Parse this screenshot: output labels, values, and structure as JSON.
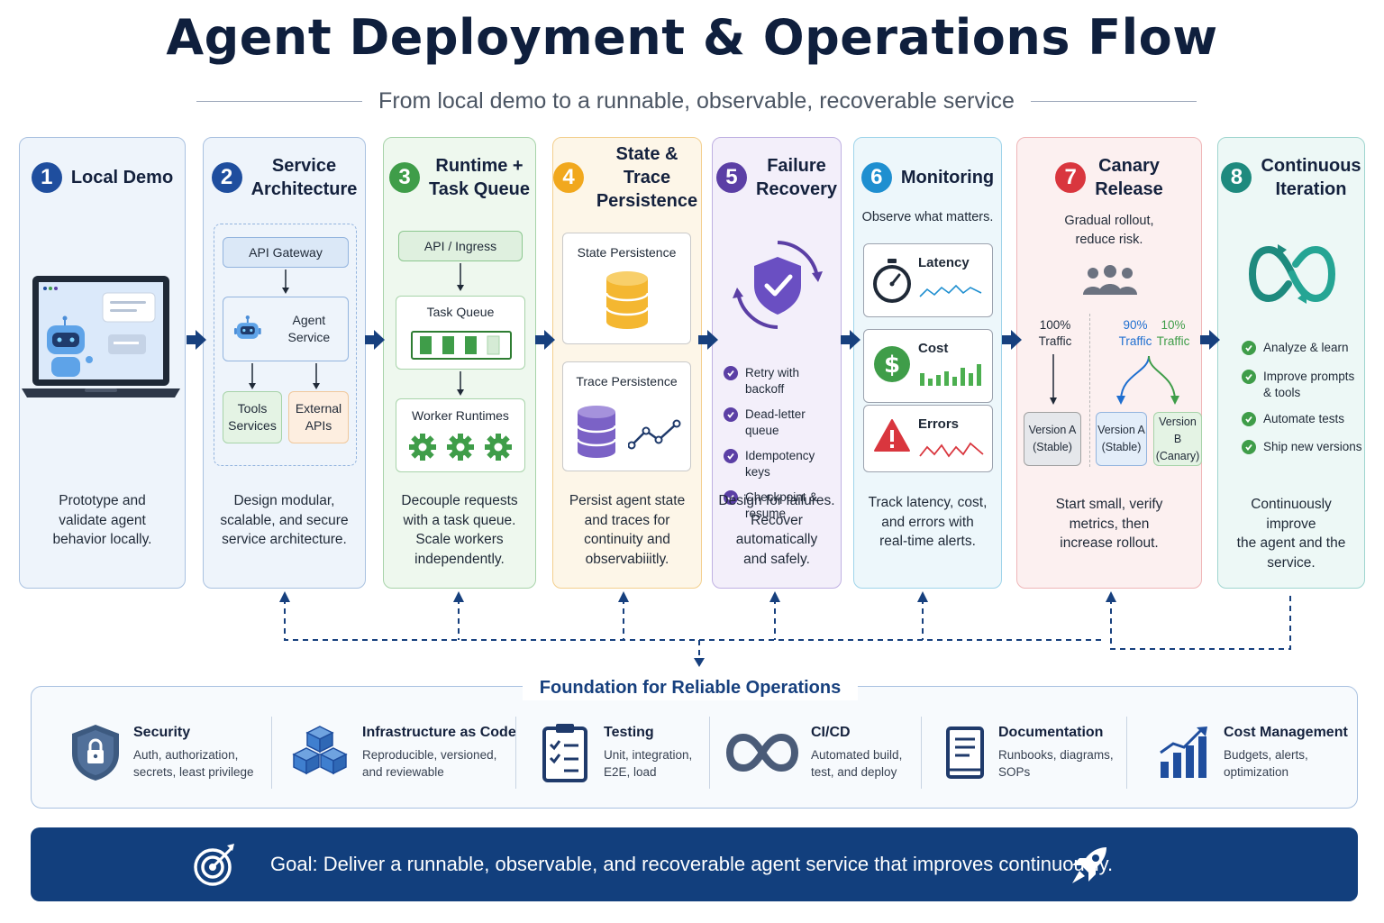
{
  "title": "Agent Deployment & Operations Flow",
  "subtitle": "From local demo to a runnable, observable, recoverable service",
  "colors": {
    "navy": "#0f1f3d",
    "blue": "#1f4e9e",
    "green": "#3f9d49",
    "orange": "#f1a81e",
    "purple": "#5b3fa5",
    "teal_blue": "#1f8fd0",
    "red": "#d9363e",
    "teal": "#1e8a7e"
  },
  "steps": [
    {
      "num": "1",
      "title_lines": [
        "Local Demo"
      ],
      "desc_lines": [
        "Prototype and",
        "validate agent",
        "behavior locally."
      ]
    },
    {
      "num": "2",
      "title_lines": [
        "Service",
        "Architecture"
      ],
      "desc_lines": [
        "Design modular,",
        "scalable, and secure",
        "service architecture."
      ],
      "boxes": {
        "gateway": "API Gateway",
        "agent": "Agent Service",
        "tools_lines": [
          "Tools",
          "Services"
        ],
        "external_lines": [
          "External",
          "APIs"
        ]
      }
    },
    {
      "num": "3",
      "title_lines": [
        "Runtime +",
        "Task Queue"
      ],
      "desc_lines": [
        "Decouple requests",
        "with a task queue.",
        "Scale workers",
        "independently."
      ],
      "boxes": {
        "ingress": "API / Ingress",
        "queue": "Task Queue",
        "workers": "Worker Runtimes"
      }
    },
    {
      "num": "4",
      "title_lines": [
        "State & Trace",
        "Persistence"
      ],
      "desc_lines": [
        "Persist agent state",
        "and traces for",
        "continuity and",
        "observabiiitly."
      ],
      "boxes": {
        "state": "State Persistence",
        "trace": "Trace Persistence"
      }
    },
    {
      "num": "5",
      "title_lines": [
        "Failure",
        "Recovery"
      ],
      "desc_lines": [
        "Design for failures.",
        "Recover automatically",
        "and safely."
      ],
      "checks": [
        "Retry with backoff",
        "Dead-letter queue",
        "Idempotency keys",
        "Checkpoint & resume"
      ]
    },
    {
      "num": "6",
      "title_lines": [
        "Monitoring"
      ],
      "tagline": "Observe what matters.",
      "desc_lines": [
        "Track latency, cost,",
        "and errors with",
        "real-time alerts."
      ],
      "metrics": [
        "Latency",
        "Cost",
        "Errors"
      ]
    },
    {
      "num": "7",
      "title_lines": [
        "Canary",
        "Release"
      ],
      "tagline_lines": [
        "Gradual rollout,",
        "reduce risk."
      ],
      "desc_lines": [
        "Start small, verify",
        "metrics, then",
        "increase rollout."
      ],
      "traffic": {
        "full_lines": [
          "100%",
          "Traffic"
        ],
        "stable_lines": [
          "90%",
          "Traffic"
        ],
        "canary_lines": [
          "10%",
          "Traffic"
        ]
      },
      "versions": {
        "a1_lines": [
          "Version A",
          "(Stable)"
        ],
        "a2_lines": [
          "Version A",
          "(Stable)"
        ],
        "b_lines": [
          "Version B",
          "(Canary)"
        ]
      }
    },
    {
      "num": "8",
      "title_lines": [
        "Continuous",
        "Iteration"
      ],
      "desc_lines": [
        "Continuously improve",
        "the agent and the",
        "service."
      ],
      "checks": [
        [
          "Analyze & learn"
        ],
        [
          "Improve prompts",
          "& tools"
        ],
        [
          "Automate tests"
        ],
        [
          "Ship new versions"
        ]
      ]
    }
  ],
  "foundation": {
    "title": "Foundation for Reliable Operations",
    "items": [
      {
        "title": "Security",
        "desc_lines": [
          "Auth, authorization,",
          "secrets, least privilege"
        ]
      },
      {
        "title": "Infrastructure as Code",
        "desc_lines": [
          "Reproducible, versioned,",
          "and reviewable"
        ]
      },
      {
        "title": "Testing",
        "desc_lines": [
          "Unit, integration,",
          "E2E, load"
        ]
      },
      {
        "title": "CI/CD",
        "desc_lines": [
          "Automated build,",
          "test, and deploy"
        ]
      },
      {
        "title": "Documentation",
        "desc_lines": [
          "Runbooks, diagrams,",
          "SOPs"
        ]
      },
      {
        "title": "Cost Management",
        "desc_lines": [
          "Budgets, alerts,",
          "optimization"
        ]
      }
    ]
  },
  "goal": "Goal: Deliver a runnable, observable, and recoverable agent service that improves continuously.",
  "icons": [
    "laptop-robot-icon",
    "robot-icon",
    "gear-icon",
    "database-icon",
    "trend-line-icon",
    "shield-check-icon",
    "stopwatch-icon",
    "dollar-icon",
    "warning-icon",
    "users-icon",
    "loop-arrows-icon",
    "lock-shield-icon",
    "cubes-icon",
    "clipboard-checklist-icon",
    "infinity-icon",
    "book-icon",
    "bar-chart-icon",
    "target-icon",
    "rocket-icon"
  ]
}
